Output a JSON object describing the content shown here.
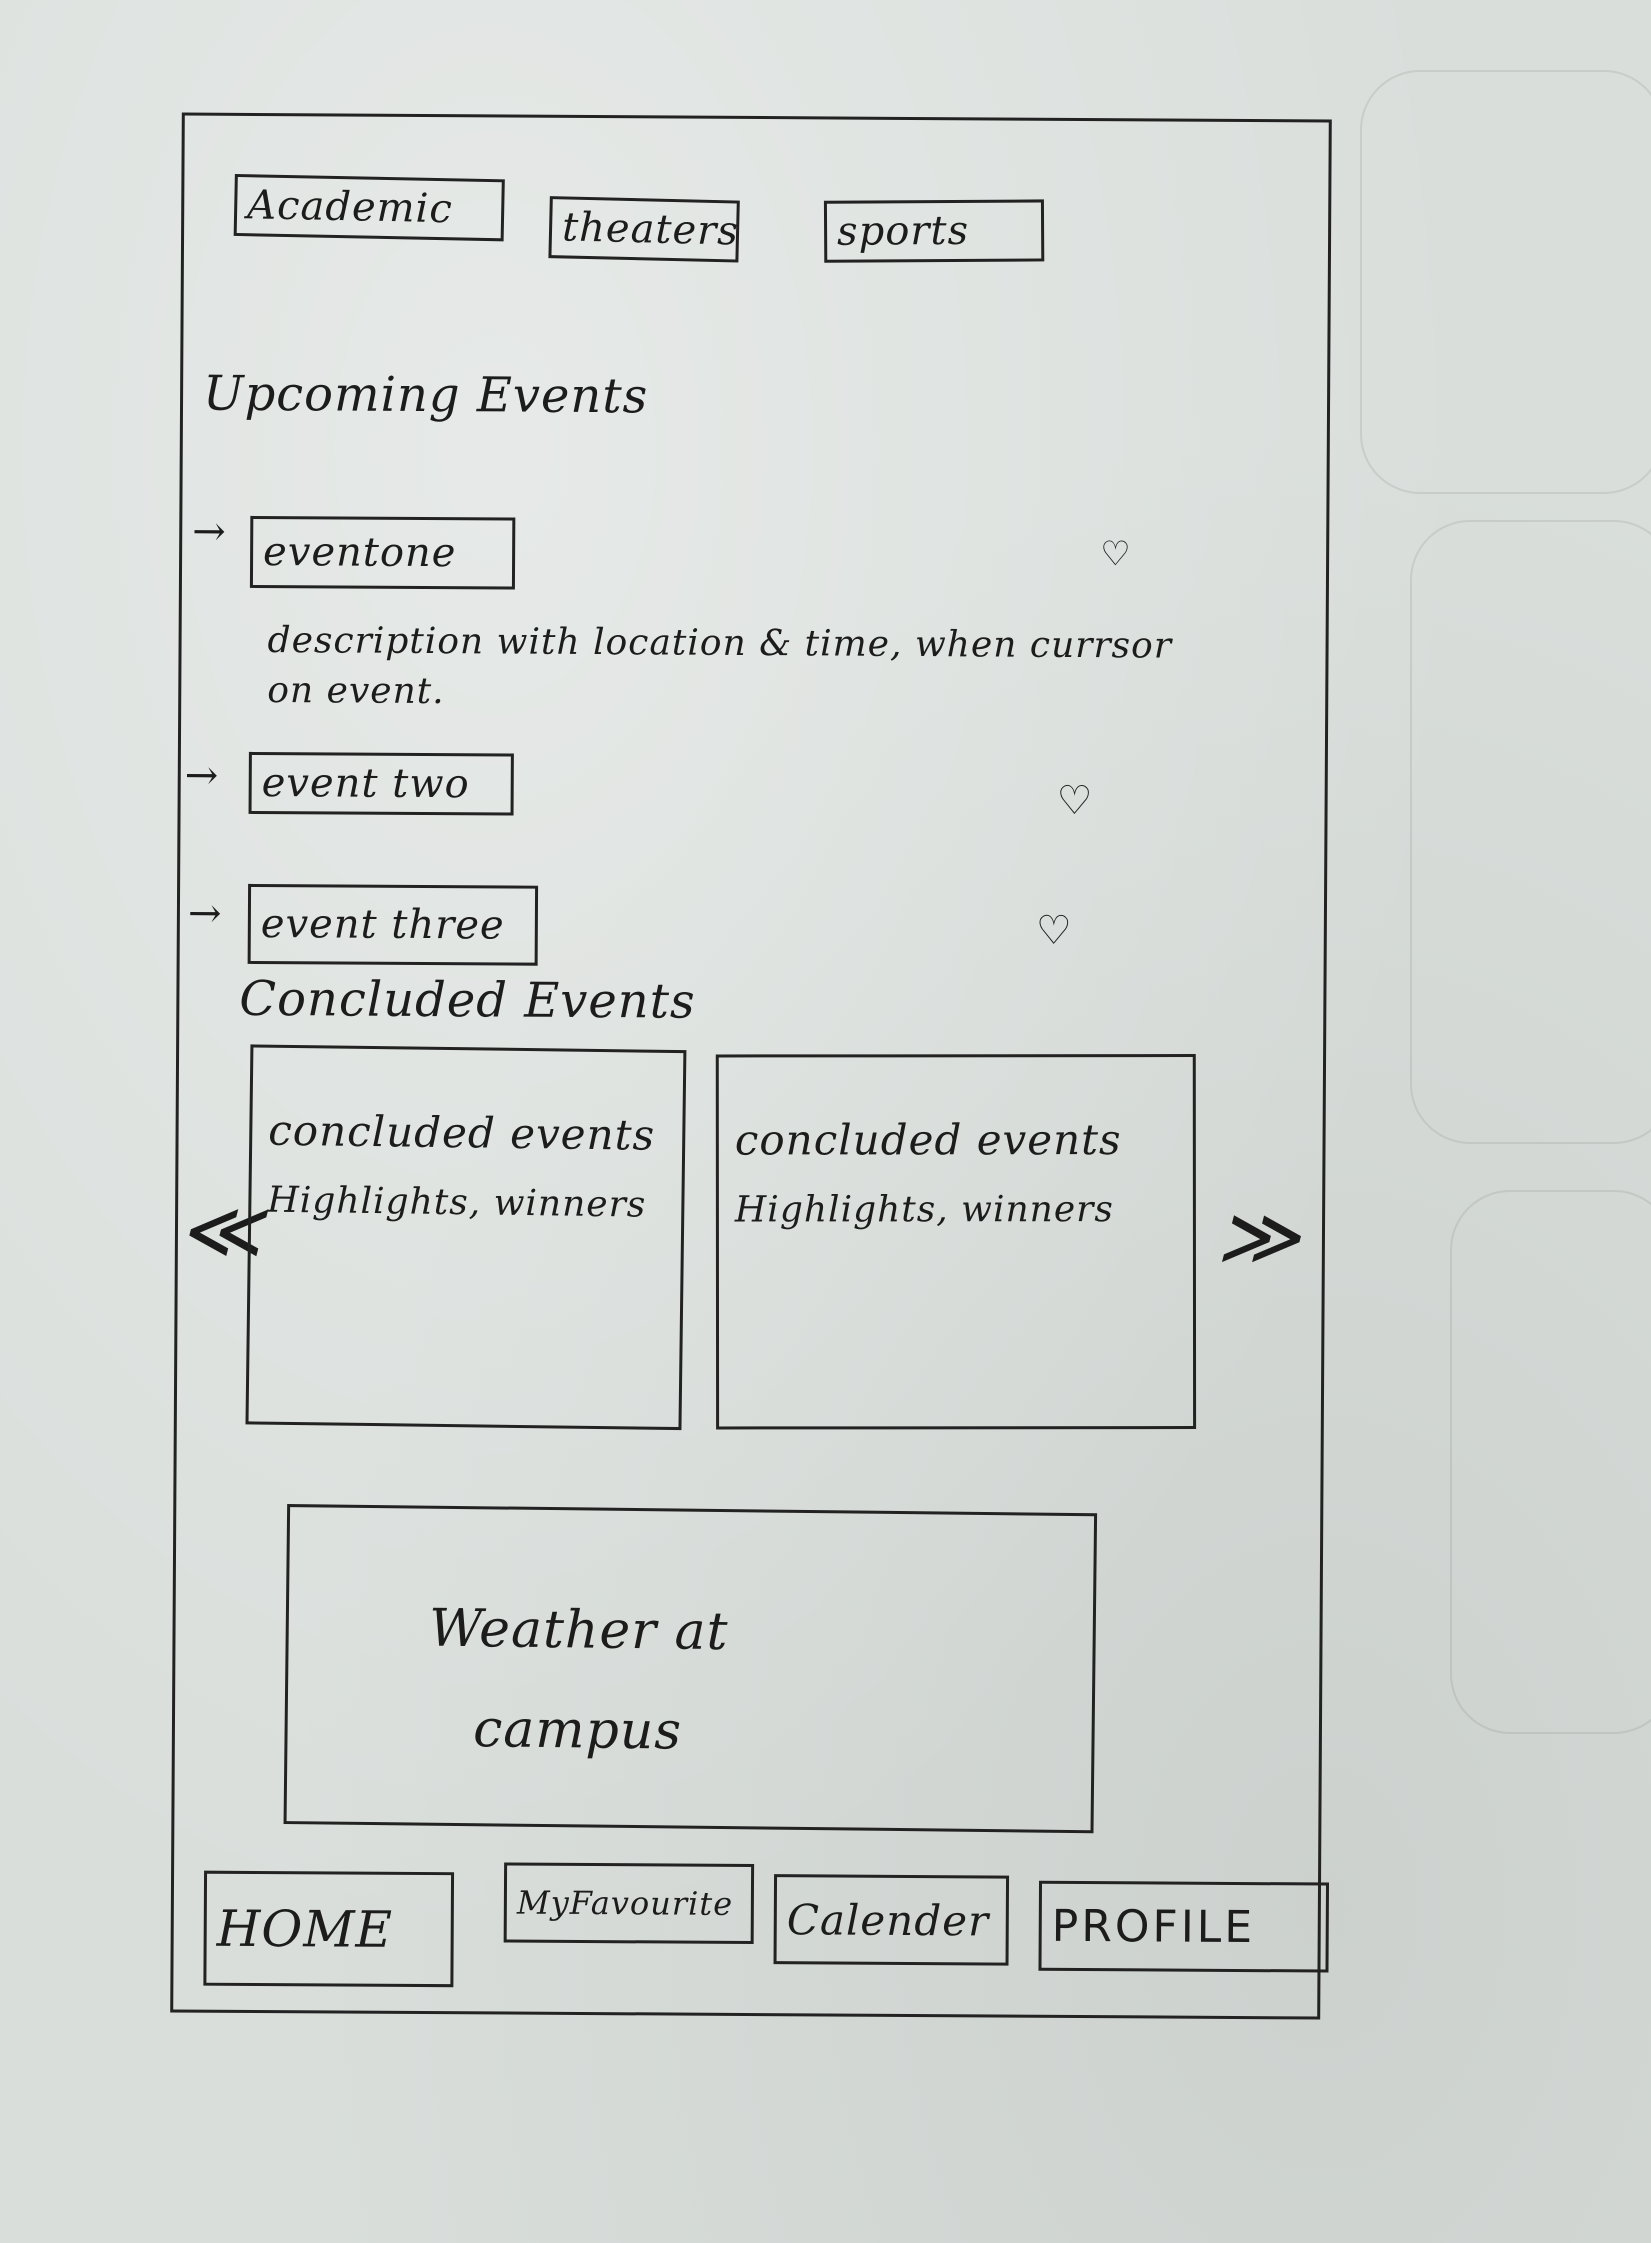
{
  "tabs": {
    "academic": "Academic",
    "theaters": "theaters",
    "sports": "sports"
  },
  "upcoming": {
    "title": "Upcoming Events",
    "events": [
      {
        "label": "eventone",
        "arrow": "→",
        "heart": "♡"
      },
      {
        "label": "event two",
        "arrow": "→",
        "heart": "♡"
      },
      {
        "label": "event three",
        "arrow": "→",
        "heart": "♡"
      }
    ],
    "description": "description with location & time, when currsor on event."
  },
  "concluded": {
    "title": "Concluded Events",
    "prev_glyph": "≪",
    "next_glyph": "≫",
    "cards": [
      {
        "title": "concluded events",
        "detail": "Highlights, winners"
      },
      {
        "title": "concluded events",
        "detail": "Highlights, winners"
      }
    ]
  },
  "weather": {
    "label": "Weather at campus"
  },
  "nav": {
    "home": "HOME",
    "favourite": "MyFavourite",
    "calendar": "Calender",
    "profile": "PROFILE"
  }
}
